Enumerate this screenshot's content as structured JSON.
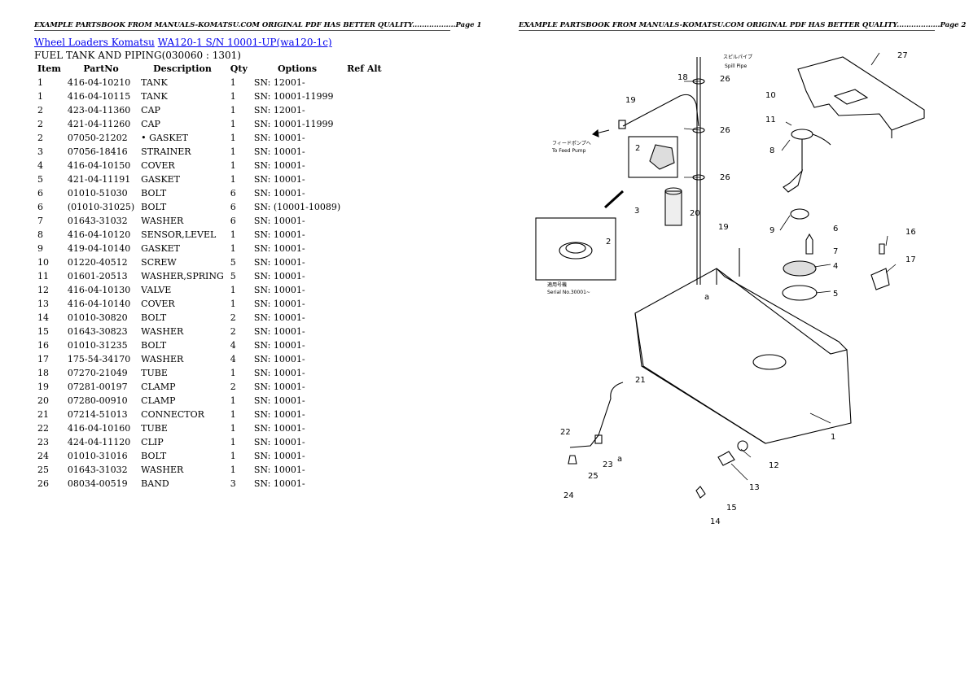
{
  "header": {
    "page1": "EXAMPLE PARTSBOOK FROM MANUALS-KOMATSU.COM ORIGINAL PDF HAS BETTER QUALITY..................Page 1",
    "page2": "EXAMPLE PARTSBOOK FROM MANUALS-KOMATSU.COM ORIGINAL PDF HAS BETTER QUALITY..................Page 2"
  },
  "breadcrumb": {
    "link1": "Wheel Loaders Komatsu",
    "link2": "WA120-1 S/N 10001-UP(wa120-1c)"
  },
  "section_title": "FUEL TANK AND PIPING(030060 : 1301)",
  "table": {
    "columns": [
      "Item",
      "PartNo",
      "Description",
      "Qty",
      "Options",
      "Ref Alt"
    ],
    "rows": [
      [
        "1",
        "416-04-10210",
        "TANK",
        "1",
        "SN: 12001-"
      ],
      [
        "1",
        "416-04-10115",
        "TANK",
        "1",
        "SN: 10001-11999"
      ],
      [
        "2",
        "423-04-11360",
        "CAP",
        "1",
        "SN: 12001-"
      ],
      [
        "2",
        "421-04-11260",
        "CAP",
        "1",
        "SN: 10001-11999"
      ],
      [
        "2",
        "07050-21202",
        "• GASKET",
        "1",
        "SN: 10001-"
      ],
      [
        "3",
        "07056-18416",
        "STRAINER",
        "1",
        "SN: 10001-"
      ],
      [
        "4",
        "416-04-10150",
        "COVER",
        "1",
        "SN: 10001-"
      ],
      [
        "5",
        "421-04-11191",
        "GASKET",
        "1",
        "SN: 10001-"
      ],
      [
        "6",
        "01010-51030",
        "BOLT",
        "6",
        "SN: 10001-"
      ],
      [
        "6",
        "(\u000101010-31025)",
        "BOLT",
        "6",
        "SN: (10001-10089)"
      ],
      [
        "7",
        "01643-31032",
        "WASHER",
        "6",
        "SN: 10001-"
      ],
      [
        "8",
        "416-04-10120",
        "SENSOR,LEVEL",
        "1",
        "SN: 10001-"
      ],
      [
        "9",
        "419-04-10140",
        "GASKET",
        "1",
        "SN: 10001-"
      ],
      [
        "10",
        "01220-40512",
        "SCREW",
        "5",
        "SN: 10001-"
      ],
      [
        "11",
        "01601-20513",
        "WASHER,SPRING",
        "5",
        "SN: 10001-"
      ],
      [
        "12",
        "416-04-10130",
        "VALVE",
        "1",
        "SN: 10001-"
      ],
      [
        "13",
        "416-04-10140",
        "COVER",
        "1",
        "SN: 10001-"
      ],
      [
        "14",
        "01010-30820",
        "BOLT",
        "2",
        "SN: 10001-"
      ],
      [
        "15",
        "01643-30823",
        "WASHER",
        "2",
        "SN: 10001-"
      ],
      [
        "16",
        "01010-31235",
        "BOLT",
        "4",
        "SN: 10001-"
      ],
      [
        "17",
        "175-54-34170",
        "WASHER",
        "4",
        "SN: 10001-"
      ],
      [
        "18",
        "07270-21049",
        "TUBE",
        "1",
        "SN: 10001-"
      ],
      [
        "19",
        "07281-00197",
        "CLAMP",
        "2",
        "SN: 10001-"
      ],
      [
        "20",
        "07280-00910",
        "CLAMP",
        "1",
        "SN: 10001-"
      ],
      [
        "21",
        "07214-51013",
        "CONNECTOR",
        "1",
        "SN: 10001-"
      ],
      [
        "22",
        "416-04-10160",
        "TUBE",
        "1",
        "SN: 10001-"
      ],
      [
        "23",
        "424-04-11120",
        "CLIP",
        "1",
        "SN: 10001-"
      ],
      [
        "24",
        "01010-31016",
        "BOLT",
        "1",
        "SN: 10001-"
      ],
      [
        "25",
        "01643-31032",
        "WASHER",
        "1",
        "SN: 10001-"
      ],
      [
        "26",
        "08034-00519",
        "BAND",
        "3",
        "SN: 10001-"
      ]
    ]
  },
  "diagram": {
    "labels": [
      "1",
      "2",
      "3",
      "4",
      "5",
      "6",
      "7",
      "8",
      "9",
      "10",
      "11",
      "12",
      "13",
      "14",
      "15",
      "16",
      "17",
      "18",
      "19",
      "20",
      "21",
      "22",
      "23",
      "24",
      "25",
      "26",
      "27",
      "a"
    ],
    "notes": {
      "spill_jp": "スピルパイプ",
      "spill_en": "Spill Pipe",
      "feed_jp": "フィードポンプへ",
      "feed_en": "To Feed Pump",
      "serial_jp": "適用号機",
      "serial_en": "Serial No.30001~"
    }
  }
}
